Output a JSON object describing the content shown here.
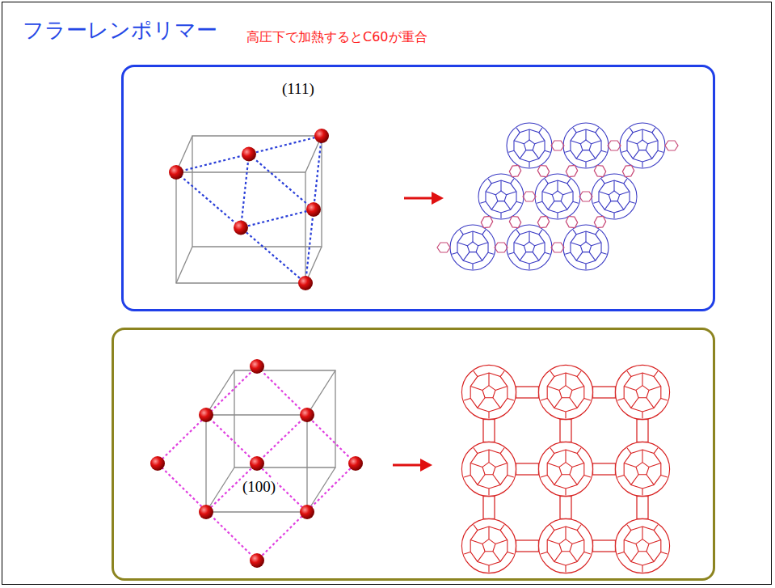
{
  "diagram": {
    "title": "フラーレンポリマー",
    "nodes": [
      {
        "text": [
          "(111)"
        ]
      },
      {
        "text": [
          "(100)"
        ]
      }
    ],
    "labels": [
      "高圧下で加熱するとC60が重合"
    ]
  }
}
